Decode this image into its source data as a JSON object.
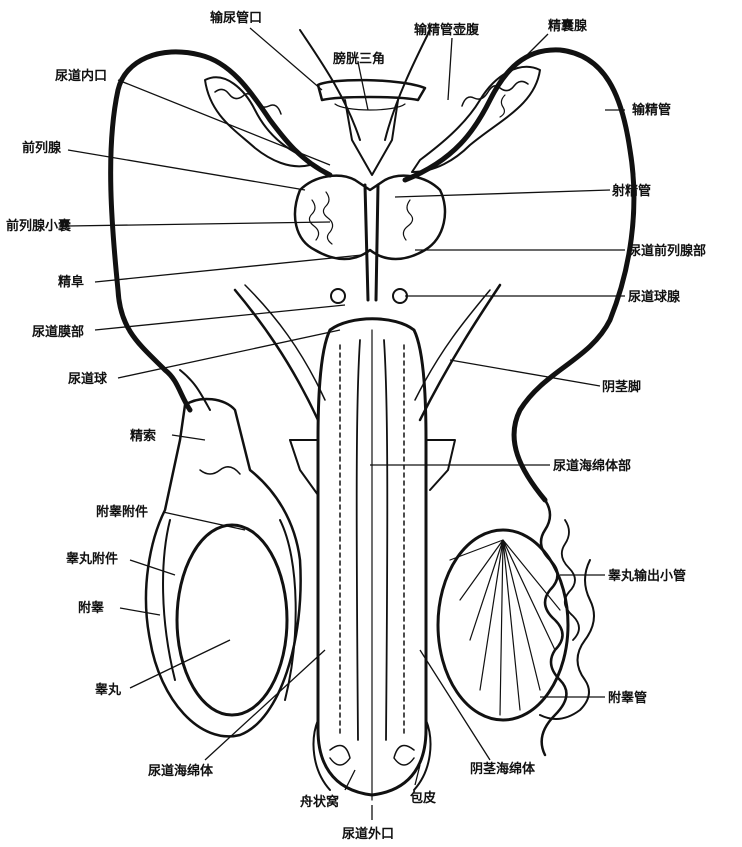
{
  "colors": {
    "ink": "#111111",
    "paper": "#ffffff"
  },
  "labels": {
    "ureter_orifice": "输尿管口",
    "bladder_trigone": "膀胱三角",
    "ejaculatory_duct_ampulla": "输精管壶腹",
    "seminal_vesicle": "精囊腺",
    "internal_urethral_orifice": "尿道内口",
    "vas_deferens": "输精管",
    "prostate": "前列腺",
    "ejaculatory_duct": "射精管",
    "prostatic_utricle": "前列腺小囊",
    "prostatic_urethra": "尿道前列腺部",
    "seminal_colliculus": "精阜",
    "bulbourethral_gland": "尿道球腺",
    "membranous_urethra": "尿道膜部",
    "urethral_bulb": "尿道球",
    "penile_crus": "阴茎脚",
    "spermatic_cord": "精索",
    "spongy_urethra": "尿道海绵体部",
    "appendix_epididymis": "附睾附件",
    "appendix_testis": "睾丸附件",
    "efferent_ductules": "睾丸输出小管",
    "epididymis": "附睾",
    "testis": "睾丸",
    "ductus_epididymis": "附睾管",
    "corpus_spongiosum": "尿道海绵体",
    "corpus_cavernosum": "阴茎海绵体",
    "navicular_fossa": "舟状窝",
    "prepuce": "包皮",
    "external_urethral_orifice": "尿道外口"
  }
}
